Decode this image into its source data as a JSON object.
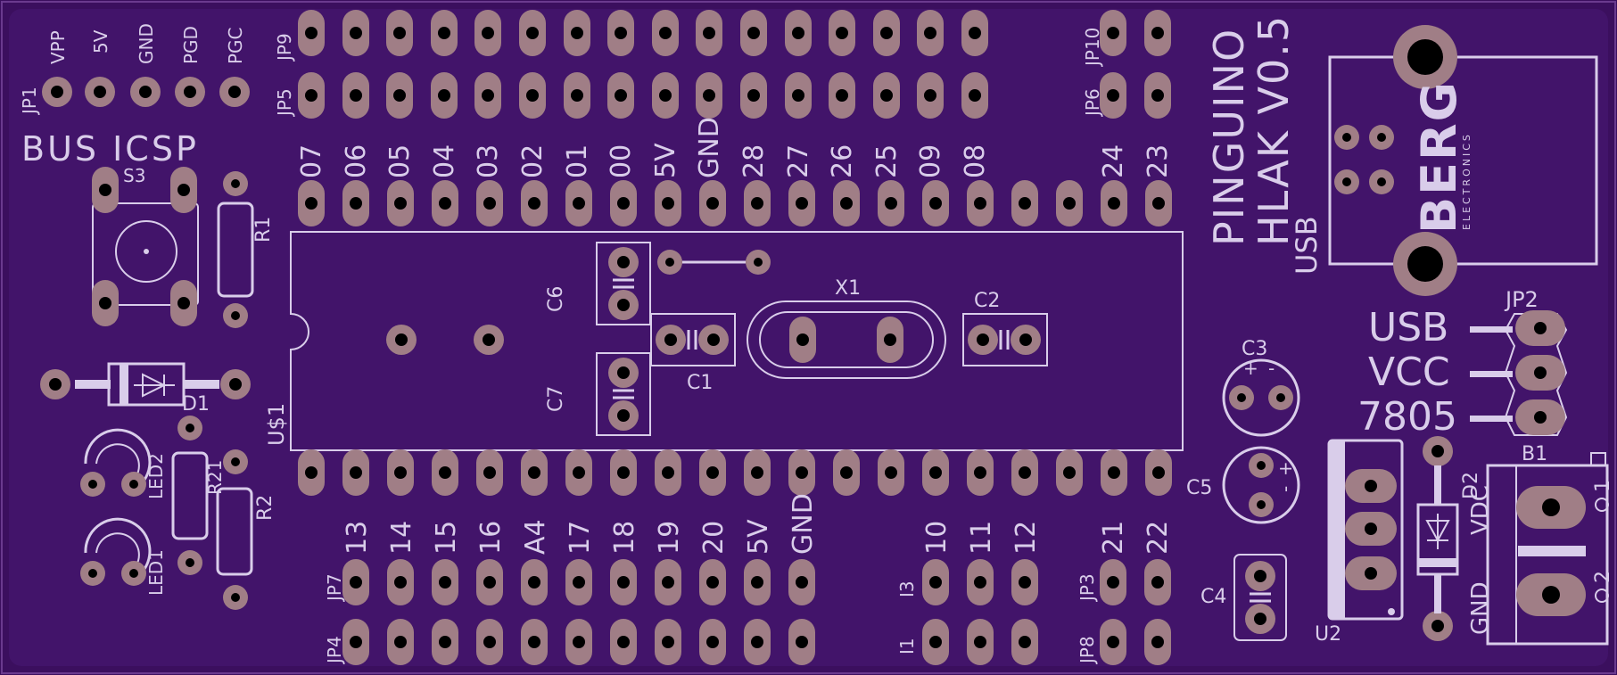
{
  "colors": {
    "board": "#3b0f5e",
    "board_inner": "#42146a",
    "pad": "#a07e86",
    "silk": "#d9cdea",
    "drill": "#000000"
  },
  "title": {
    "line1": "PINGUINO",
    "line2": "HLAK V0.5",
    "usb": "USB"
  },
  "icsp": {
    "caption": "BUS ICSP",
    "ref": "JP1",
    "pins": [
      "VPP",
      "5V",
      "GND",
      "PGD",
      "PGC"
    ]
  },
  "headers": {
    "top_refs": [
      "JP9",
      "JP5"
    ],
    "top_right_refs": [
      "JP10",
      "JP6"
    ],
    "bottom_refs": [
      "JP7",
      "JP4"
    ],
    "mid_refs": [
      "I3",
      "I1"
    ],
    "right_refs": [
      "JP3",
      "JP8"
    ],
    "top_labels": [
      "07",
      "06",
      "05",
      "04",
      "03",
      "02",
      "01",
      "00",
      "5V",
      "GND",
      "28",
      "27",
      "26",
      "25",
      "09",
      "08"
    ],
    "top_right_labels": [
      "24",
      "23"
    ],
    "bottom_labels": [
      "13",
      "14",
      "15",
      "16",
      "A4",
      "17",
      "18",
      "19",
      "20",
      "5V",
      "GND"
    ],
    "bottom_mid_labels": [
      "10",
      "11",
      "12"
    ],
    "bottom_right_labels": [
      "21",
      "22"
    ]
  },
  "components": {
    "u1": "U$1",
    "x1": "X1",
    "c1": "C1",
    "c2": "C2",
    "c3": "C3",
    "c4": "C4",
    "c5": "C5",
    "c6": "C6",
    "c7": "C7",
    "r1": "R1",
    "r2": "R2",
    "r21": "R21",
    "d1": "D1",
    "d2": "D2",
    "s3": "S3",
    "led1": "LED1",
    "led2": "LED2",
    "u2": "U2",
    "b1": "B1",
    "jp2": "JP2",
    "polarity_plus": "+",
    "polarity_minus": "-"
  },
  "jumper_power": {
    "labels": [
      "USB",
      "VCC",
      "7805"
    ]
  },
  "usb_connector": {
    "brand": "BERG",
    "sub": "ELECTRONICS"
  },
  "terminal": {
    "vdc": "VDC",
    "gnd": "GND",
    "pin1": "1",
    "pin2": "2"
  }
}
